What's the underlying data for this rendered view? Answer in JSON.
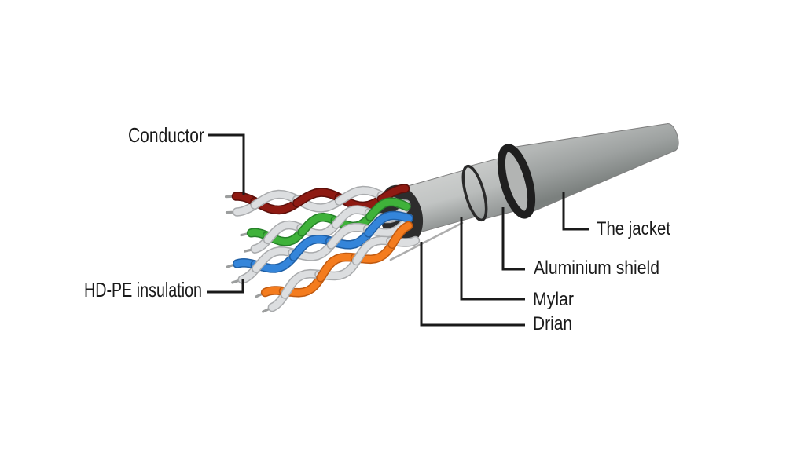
{
  "diagram": {
    "background": "#ffffff",
    "labels": {
      "conductor": "Conductor",
      "hdpe_insulation": "HD-PE insulation",
      "jacket": "The jacket",
      "aluminium_shield": "Aluminium shield",
      "mylar": "Mylar",
      "drain": "Drian"
    },
    "colors": {
      "leader_line": "#1a1a1a",
      "label_text": "#1a1a1a",
      "mylar_tube_gradient": [
        "#cccecd",
        "#c1c4c3",
        "#929695"
      ],
      "shield_band_gradient": [
        "#c9cbca",
        "#b9bcbb",
        "#909493"
      ],
      "jacket_gradient": [
        "#b4b7b6",
        "#9da1a0",
        "#7b807e"
      ],
      "body_outline": "#7d7d7d",
      "cut_ring": "#1f1f1f",
      "shield_edge": "#2a2a2a",
      "cut_face": "#b2b4b3",
      "opening": "#2d2d2d",
      "drain_wire": "#adadad",
      "wire_white": "#dcdee0",
      "wire_white_shade": "#a9abad",
      "pair_maroon": "#8e1a12",
      "pair_maroon_shade": "#5c0f0a",
      "pair_green": "#3fb23a",
      "pair_green_shade": "#27822a",
      "pair_blue": "#3485da",
      "pair_blue_shade": "#1f5fa5",
      "pair_orange": "#f47c1e",
      "pair_orange_shade": "#c05a10",
      "conductor_tip": "#9c9e9e"
    }
  }
}
